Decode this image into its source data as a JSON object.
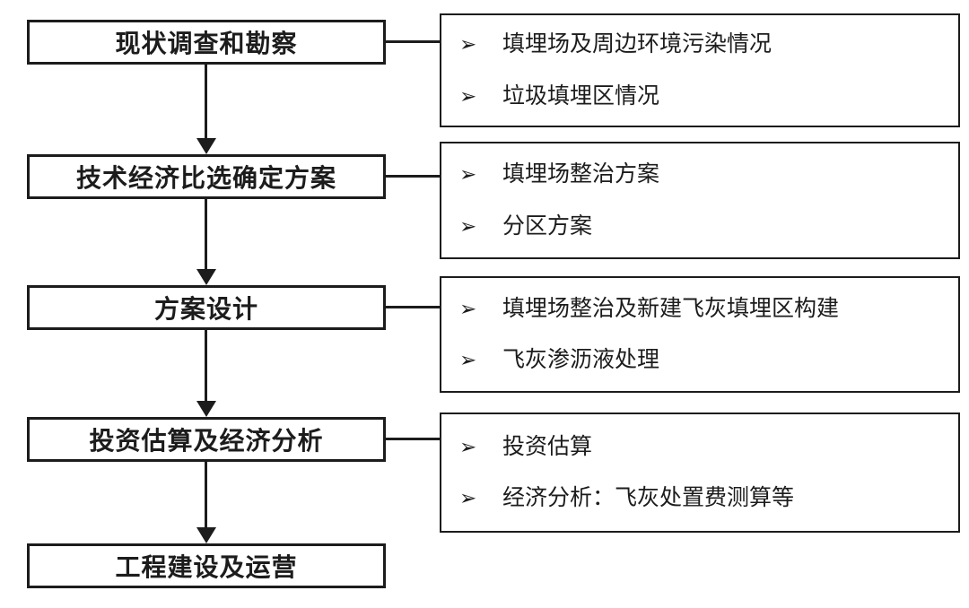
{
  "bullet_glyph": "➢",
  "colors": {
    "line": "#1c1c1c",
    "background": "#ffffff",
    "box_fill": "#ffffff",
    "text": "#1c1c1c"
  },
  "stages": [
    {
      "label": "现状调查和勘察",
      "details": [
        "填埋场及周边环境污染情况",
        "垃圾填埋区情况"
      ]
    },
    {
      "label": "技术经济比选确定方案",
      "details": [
        "填埋场整治方案",
        "分区方案"
      ]
    },
    {
      "label": "方案设计",
      "details": [
        "填埋场整治及新建飞灰填埋区构建",
        "飞灰渗沥液处理"
      ]
    },
    {
      "label": "投资估算及经济分析",
      "details": [
        "投资估算",
        "经济分析：飞灰处置费测算等"
      ]
    },
    {
      "label": "工程建设及运营",
      "details": []
    }
  ]
}
